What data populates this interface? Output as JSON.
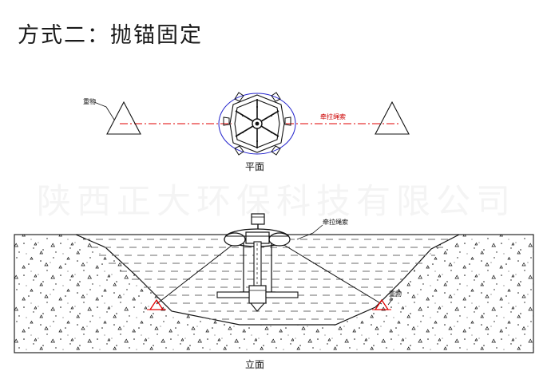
{
  "page": {
    "title": "方式二：抛锚固定",
    "watermark": "陕西正大环保科技有限公司",
    "background_color": "#ffffff",
    "ink_color": "#111111",
    "accent_red": "#e00000",
    "accent_blue": "#2222cc",
    "water_line_color": "#6b6b6b"
  },
  "plan_view": {
    "caption": "平面",
    "left_label": "重物",
    "cable_label": "牵拉绳索",
    "rotor": {
      "spokes": 6,
      "shape": "hexagonal-impeller",
      "surround": "blue-ellipse"
    },
    "anchors": [
      {
        "name": "left-anchor",
        "shape": "triangle"
      },
      {
        "name": "right-anchor",
        "shape": "triangle"
      }
    ],
    "cable_style": "red-dash-dot-centerline"
  },
  "elevation_view": {
    "caption": "立面",
    "cable_label": "牵拉绳索",
    "anchor_label": "重物",
    "machine": {
      "motor": "motor-box",
      "float": "float-ring",
      "shaft": "drive-shaft",
      "impeller": "submerged-impeller"
    },
    "anchors": [
      {
        "name": "left-seabed-anchor",
        "color": "#e00000"
      },
      {
        "name": "right-seabed-anchor",
        "color": "#e00000"
      }
    ],
    "terrain": {
      "fill": "soil-hatch-triangles-dots",
      "water": "dashed-horizontal-lines"
    }
  }
}
